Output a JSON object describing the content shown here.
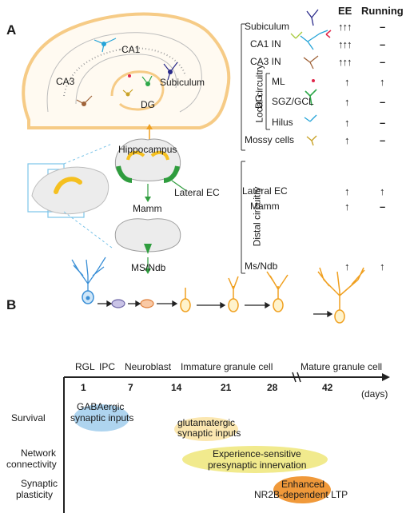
{
  "panel_a": {
    "letter": "A",
    "headers": {
      "ee": "EE",
      "running": "Running"
    },
    "region_labels": {
      "ca1": "CA1",
      "ca3": "CA3",
      "subiculum": "Subiculum",
      "dg": "DG",
      "hippocampus": "Hippocampus",
      "lateral_ec": "Lateral EC",
      "mamm": "Mamm",
      "ms_ndb": "MS/Ndb"
    },
    "group_labels": {
      "local": "Local circuitry",
      "distal": "Distal circuitry",
      "dg": "DG"
    },
    "rows": [
      {
        "label": "Subiculum",
        "ee": "↑↑↑",
        "running": "–"
      },
      {
        "label": "CA1 IN",
        "ee": "↑↑↑",
        "running": "–"
      },
      {
        "label": "CA3 IN",
        "ee": "↑↑↑",
        "running": "–"
      },
      {
        "label": "ML",
        "ee": "↑",
        "running": "↑"
      },
      {
        "label": "SGZ/GCL",
        "ee": "↑",
        "running": "–"
      },
      {
        "label": "Hilus",
        "ee": "↑",
        "running": "–"
      },
      {
        "label": "Mossy cells",
        "ee": "↑",
        "running": "–"
      },
      {
        "label": "Lateral EC",
        "ee": "↑",
        "running": "↑"
      },
      {
        "label": "Mamm",
        "ee": "↑",
        "running": "–"
      },
      {
        "label": "Ms/Ndb",
        "ee": "↑",
        "running": "↑"
      }
    ]
  },
  "panel_b": {
    "letter": "B",
    "stages": {
      "rgl": "RGL",
      "ipc": "IPC",
      "neuroblast": "Neuroblast",
      "immature": "Immature granule cell",
      "mature": "Mature granule cell"
    },
    "days": [
      "1",
      "7",
      "14",
      "21",
      "28",
      "42"
    ],
    "days_unit": "(days)",
    "row_labels": {
      "survival": "Survival",
      "network_1": "Network",
      "network_2": "connectivity",
      "synaptic_1": "Synaptic",
      "synaptic_2": "plasticity"
    },
    "events": {
      "gaba_1": "GABAergic",
      "gaba_2": "synaptic inputs",
      "glut_1": "glutamatergic",
      "glut_2": "synaptic inputs",
      "exp_1": "Experience-sensitive",
      "exp_2": "presynaptic innervation",
      "ltp_1": "Enhanced",
      "ltp_2": "NR2B-dependent LTP"
    },
    "colors": {
      "gaba": "#aed4ef",
      "glut": "#fbe7b0",
      "exp": "#f1ea8d",
      "ltp": "#f0993a"
    }
  },
  "colors": {
    "hippocampus_outline": "#f6cb86",
    "ec_green": "#2f9d3e",
    "cell_orange": "#f0a020",
    "rgl_blue": "#3a8fd6"
  }
}
